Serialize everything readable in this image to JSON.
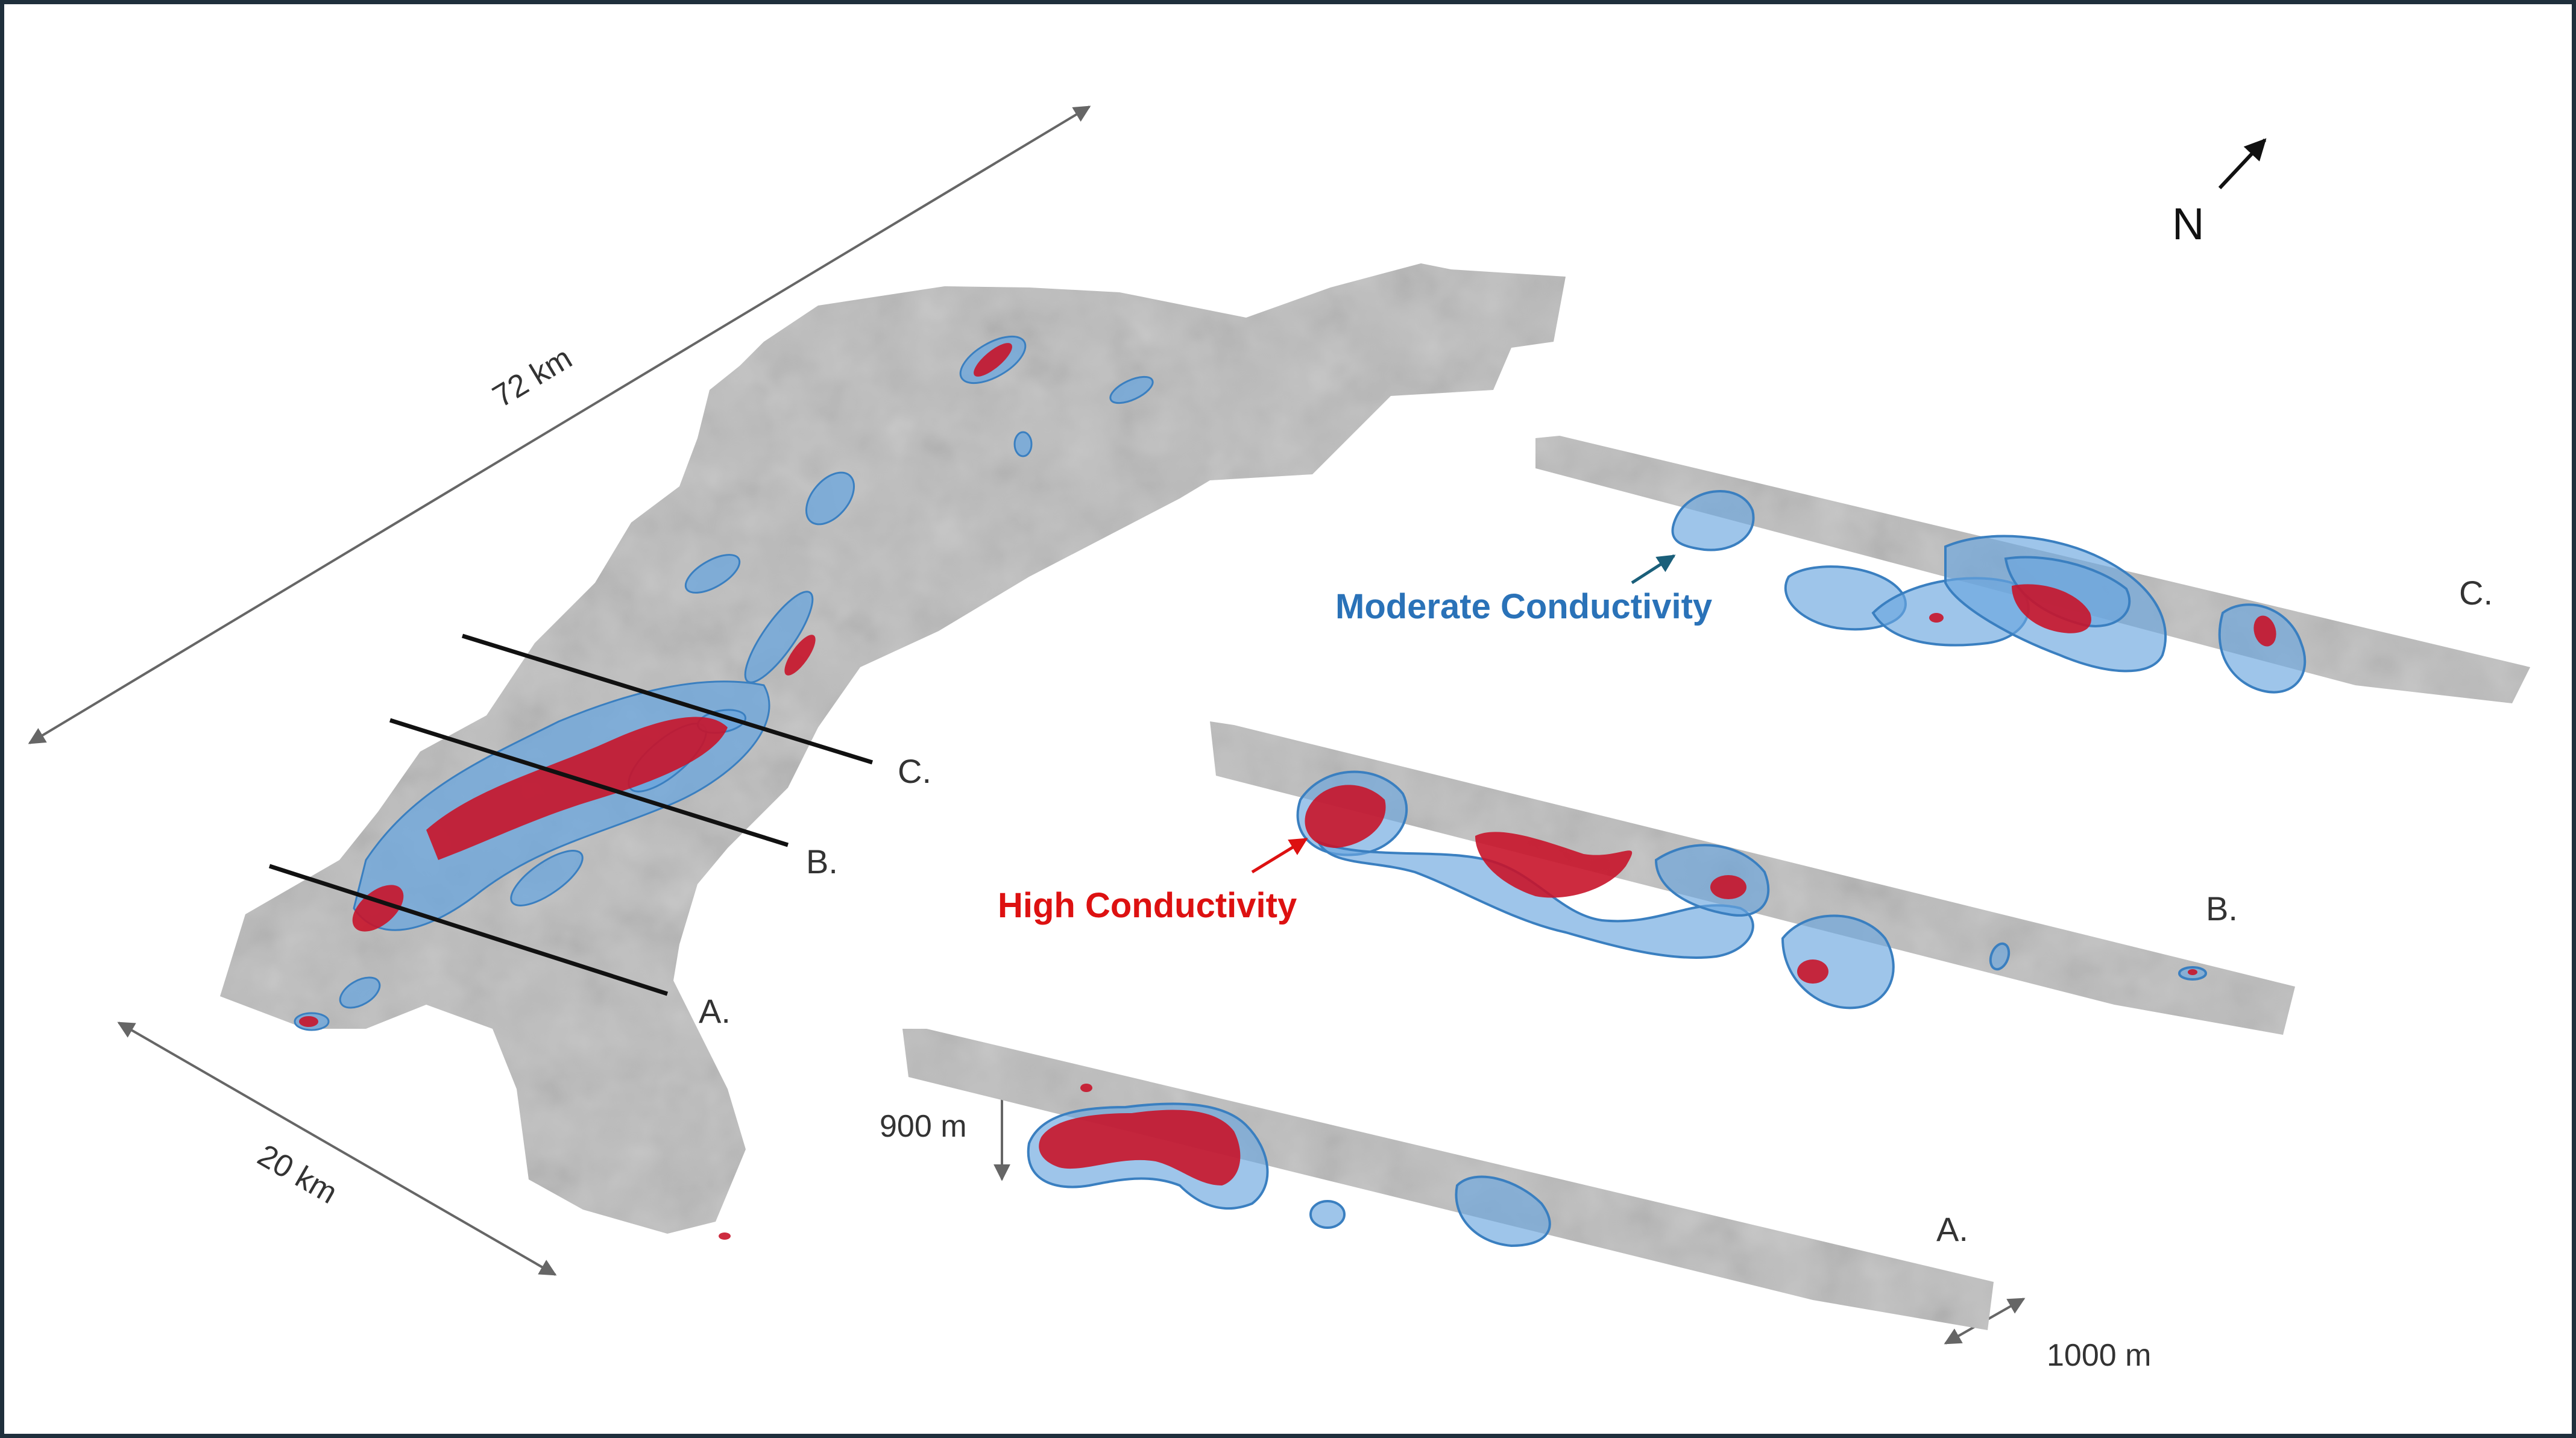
{
  "labels": {
    "length_72": "72 km",
    "width_20": "20 km",
    "section_a": "A.",
    "section_b": "B.",
    "section_c": "C.",
    "depth_900": "900 m",
    "width_1000": "1000 m",
    "north": "N",
    "moderate": "Moderate Conductivity",
    "high": "High Conductivity"
  },
  "colors": {
    "high_conductivity": "#dd1111",
    "moderate_conductivity": "#2a72b8",
    "surface": "#bdbdbd",
    "conductor_fill": "#6aa6de",
    "frame": "#1f2f3c"
  },
  "icons": {
    "north_arrow": "north-arrow-icon"
  }
}
